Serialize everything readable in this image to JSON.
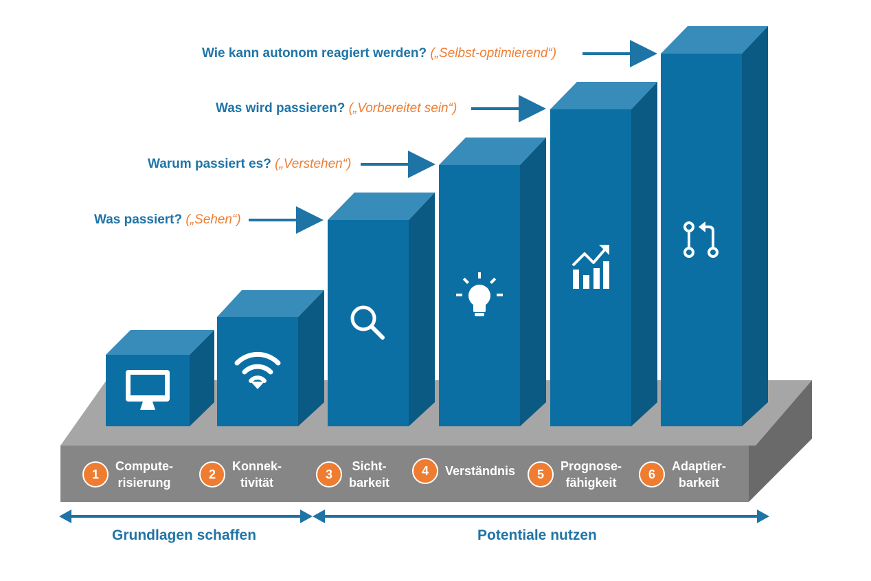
{
  "questions": [
    {
      "text": "Was passiert?",
      "hint": "(„Sehen“)"
    },
    {
      "text": "Warum passiert es?",
      "hint": "(„Verstehen“)"
    },
    {
      "text": "Was wird passieren?",
      "hint": "(„Vorbereitet sein“)"
    },
    {
      "text": "Wie kann autonom reagiert werden?",
      "hint": "(„Selbst-optimierend“)"
    }
  ],
  "steps": [
    {
      "num": "1",
      "label": "Compute-\nrisierung",
      "icon": "monitor-icon"
    },
    {
      "num": "2",
      "label": "Konnek-\ntivität",
      "icon": "wifi-icon"
    },
    {
      "num": "3",
      "label": "Sicht-\nbarkeit",
      "icon": "magnifier-icon"
    },
    {
      "num": "4",
      "label": "Verständnis",
      "icon": "lightbulb-icon"
    },
    {
      "num": "5",
      "label": "Prognose-\nfähigkeit",
      "icon": "chart-icon"
    },
    {
      "num": "6",
      "label": "Adaptier-\nbarkeit",
      "icon": "adapt-arrows-icon"
    }
  ],
  "phases": {
    "left": "Grundlagen schaffen",
    "right": "Potentiale nutzen"
  },
  "colors": {
    "front": "#0b6fa4",
    "top": "#378cba",
    "side": "#0b5a84",
    "platform_front": "#868686",
    "platform_top": "#a6a6a6",
    "platform_side": "#6a6a6a",
    "accent": "#ee7d31",
    "text_blue": "#1f74a6"
  }
}
